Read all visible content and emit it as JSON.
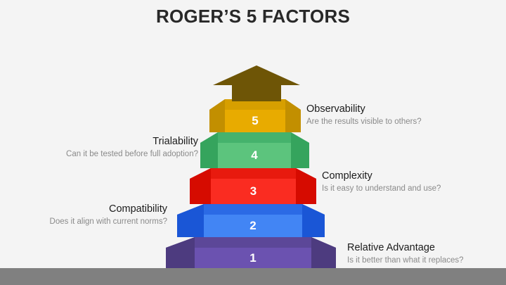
{
  "slide": {
    "title": "ROGER’S 5 FACTORS",
    "background_color": "#f4f4f4",
    "footer_color": "#808080"
  },
  "diagram": {
    "type": "pyramid",
    "shape_name": "5-level-stacked-pyramid",
    "apex": {
      "name": "apex-roof",
      "color": "#6e5506"
    },
    "levels": [
      {
        "number": "5",
        "label": "Observability",
        "question": "Are the results visible to others?",
        "side": "right",
        "face_color": "#e8ab00",
        "shade_color": "#c28f00",
        "top_color": "#d79f00"
      },
      {
        "number": "4",
        "label": "Trialability",
        "question": "Can it be tested before full adoption?",
        "side": "left",
        "face_color": "#5cc47d",
        "shade_color": "#35a45d",
        "top_color": "#45b26c"
      },
      {
        "number": "3",
        "label": "Complexity",
        "question": "Is it easy to understand and use?",
        "side": "right",
        "face_color": "#fa2c21",
        "shade_color": "#d60b00",
        "top_color": "#e81a0e"
      },
      {
        "number": "2",
        "label": "Compatibility",
        "question": "Does it align with current norms?",
        "side": "left",
        "face_color": "#4285f4",
        "shade_color": "#1a56d6",
        "top_color": "#2b6ae5"
      },
      {
        "number": "1",
        "label": "Relative Advantage",
        "question": "Is it better than what it replaces?",
        "side": "right",
        "face_color": "#6b52b0",
        "shade_color": "#4d3b7f",
        "top_color": "#5c4798"
      }
    ]
  }
}
